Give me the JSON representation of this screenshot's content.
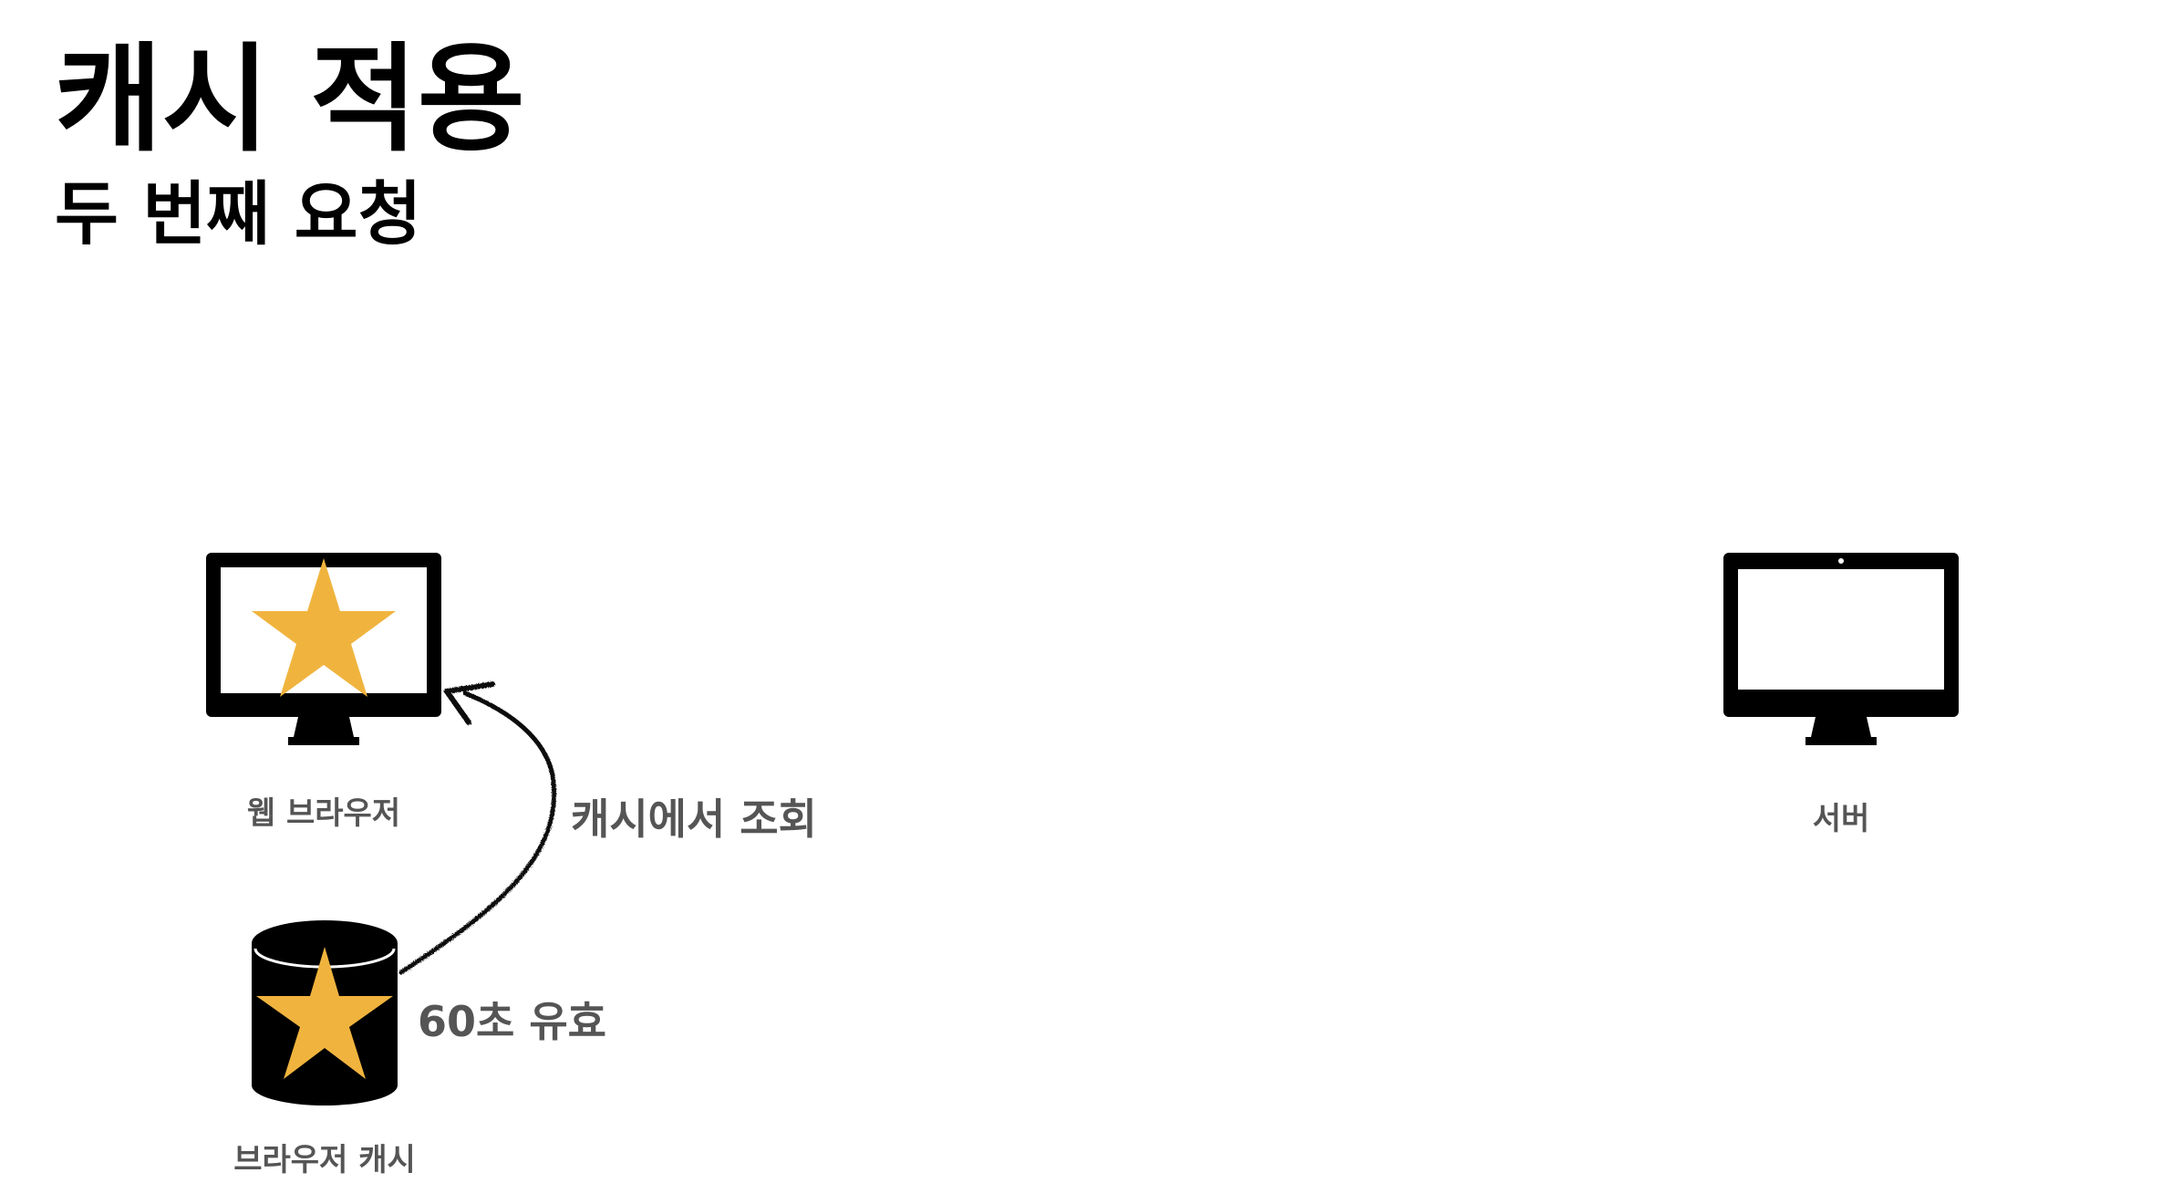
{
  "title": "캐시 적용",
  "subtitle": "두 번째 요청",
  "colors": {
    "star": "#F0B43E",
    "device": "#000000",
    "label": "#555555"
  },
  "nodes": {
    "browser": {
      "label": "웹 브라우저",
      "icon": "monitor-with-star-icon"
    },
    "server": {
      "label": "서버",
      "icon": "monitor-icon"
    },
    "cache": {
      "label": "브라우저 캐시",
      "icon": "database-with-star-icon"
    }
  },
  "edges": {
    "cache_lookup": {
      "label": "캐시에서 조회"
    },
    "validity": {
      "label": "60초 유효"
    }
  }
}
